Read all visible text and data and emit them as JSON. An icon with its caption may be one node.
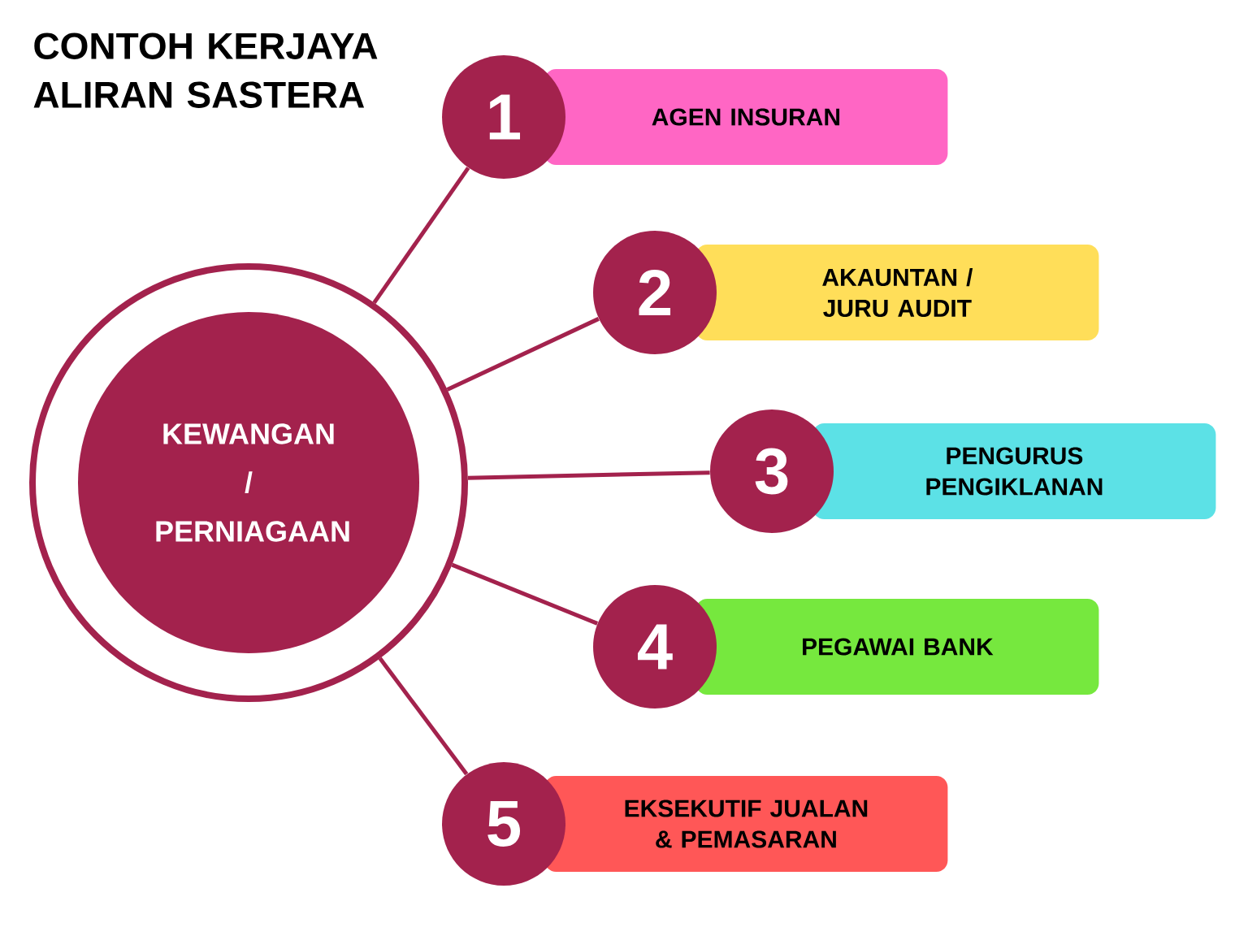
{
  "diagram": {
    "title": "CONTOH KERJAYA ALIRAN SASTERA",
    "nodes": [
      {
        "text": [
          "KEWANGAN / PERNIAGAAN"
        ]
      },
      {
        "text": [
          "1"
        ]
      },
      {
        "text": [
          "AGEN INSURAN"
        ]
      },
      {
        "text": [
          "2"
        ]
      },
      {
        "text": [
          "AKAUNTAN / JURU AUDIT"
        ]
      },
      {
        "text": [
          "3"
        ]
      },
      {
        "text": [
          "PENGURUS PENGIKLANAN"
        ]
      },
      {
        "text": [
          "4"
        ]
      },
      {
        "text": [
          "PEGAWAI BANK"
        ]
      },
      {
        "text": [
          "5"
        ]
      },
      {
        "text": [
          "EKSEKUTIF JUALAN & PEMASARAN"
        ]
      }
    ],
    "edges": [
      {
        "from": 0,
        "to": 1,
        "arrow": "none"
      },
      {
        "from": 0,
        "to": 3,
        "arrow": "none"
      },
      {
        "from": 0,
        "to": 5,
        "arrow": "none"
      },
      {
        "from": 0,
        "to": 7,
        "arrow": "none"
      },
      {
        "from": 0,
        "to": 9,
        "arrow": "none"
      }
    ]
  }
}
